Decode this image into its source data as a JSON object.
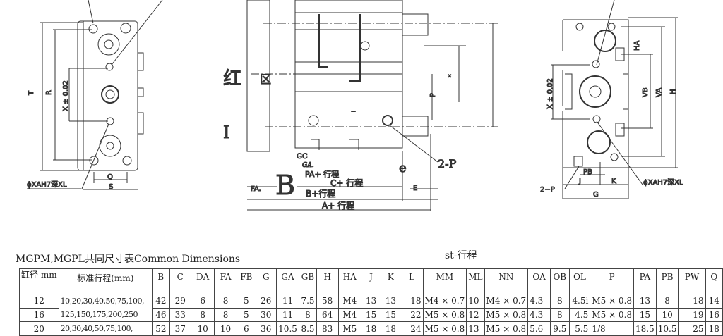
{
  "drawing": {
    "left_view": {
      "T": "T",
      "R": "R",
      "X": "X ± 0.02",
      "Q": "Q",
      "S": "S",
      "hole": "ϕXAH7深XL"
    },
    "middle_view": {
      "red": "红",
      "box": "区",
      "I": "I",
      "GC": "GC",
      "GA": "GA.",
      "PA": "PA+ 行程",
      "C": "C+ 行程",
      "B_big": "B",
      "B": "B+行程",
      "A": "A+ 行程",
      "FA": "FA.",
      "E": "E",
      "P": "P",
      "x": "×",
      "port": "2-P",
      "e": "e",
      "dash": "–"
    },
    "right_view": {
      "X": "X ± 0.02",
      "HA": "HA",
      "VB": "VB",
      "VA": "VA",
      "H": "H",
      "PB": "PB",
      "J": "J",
      "K": "K",
      "G": "G",
      "port": "2−P",
      "hole": "ϕXAH7深XL"
    }
  },
  "table": {
    "title": "MGPM,MGPL共同尺寸表Common Dimensions",
    "note": "st-行程",
    "headers": [
      "缸径 mm",
      "标准行程(mm)",
      "B",
      "C",
      "DA",
      "FA",
      "FB",
      "G",
      "GA",
      "GB",
      "H",
      "HA",
      "J",
      "K",
      "L",
      "MM",
      "ML",
      "NN",
      "OA",
      "OB",
      "OL",
      "P",
      "PA",
      "PB",
      "PW",
      "Q"
    ],
    "stroke_12_16": "10,20,30,40,50,75,100, 125,150,175,200,250",
    "stroke_20": "20,30,40,50,75,100,",
    "rows": [
      [
        "12",
        "42",
        "29",
        "6",
        "8",
        "5",
        "26",
        "11",
        "7.5",
        "58",
        "M4",
        "13",
        "13",
        "18",
        "M4 × 0.7",
        "10",
        "M4 × 0.7",
        "4.3",
        "8",
        "4.5i",
        "M5 × 0.8",
        "13",
        "8",
        "18",
        "14"
      ],
      [
        "16",
        "46",
        "33",
        "8",
        "8",
        "5",
        "30",
        "11",
        "8",
        "64",
        "M4",
        "15",
        "15",
        "22",
        "M5 × 0.8",
        "12",
        "M5 × 0.8",
        "4.3",
        "8",
        "4.5",
        "M5 × 0.8",
        "15",
        "10",
        "19",
        "16"
      ],
      [
        "20",
        "52",
        "37",
        "10",
        "10",
        "6",
        "36",
        "10.5",
        "8.5",
        "83",
        "M5",
        "18",
        "18",
        "24",
        "M5 × 0.8",
        "13",
        "M5 × 0.8",
        "5.6",
        "9.5",
        "5.5",
        "1/8",
        "18.5",
        "10.5",
        "25",
        "18"
      ]
    ]
  }
}
